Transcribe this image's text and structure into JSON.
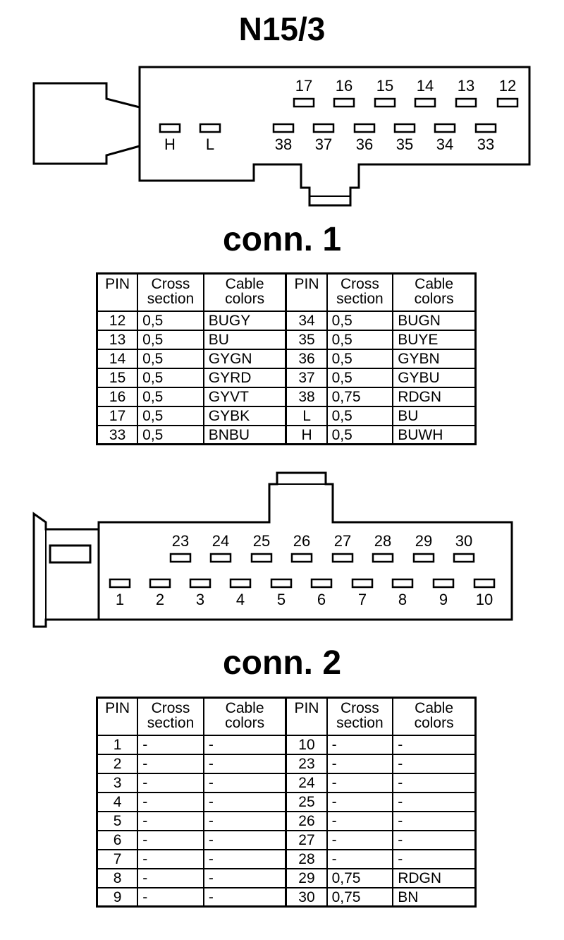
{
  "title": "N15/3",
  "conn1": {
    "title": "conn. 1",
    "top_pins": [
      "17",
      "16",
      "15",
      "14",
      "13",
      "12"
    ],
    "bottom_pins": [
      "H",
      "L",
      "38",
      "37",
      "36",
      "35",
      "34",
      "33"
    ],
    "headers": {
      "pin": "PIN",
      "cross_1": "Cross",
      "cross_2": "section",
      "colors_1": "Cable",
      "colors_2": "colors"
    },
    "rows": [
      {
        "pin": "12",
        "cross": "0,5",
        "color": "BUGY",
        "pin2": "34",
        "cross2": "0,5",
        "color2": "BUGN"
      },
      {
        "pin": "13",
        "cross": "0,5",
        "color": "BU",
        "pin2": "35",
        "cross2": "0,5",
        "color2": "BUYE"
      },
      {
        "pin": "14",
        "cross": "0,5",
        "color": "GYGN",
        "pin2": "36",
        "cross2": "0,5",
        "color2": "GYBN"
      },
      {
        "pin": "15",
        "cross": "0,5",
        "color": "GYRD",
        "pin2": "37",
        "cross2": "0,5",
        "color2": "GYBU"
      },
      {
        "pin": "16",
        "cross": "0,5",
        "color": "GYVT",
        "pin2": "38",
        "cross2": "0,75",
        "color2": "RDGN"
      },
      {
        "pin": "17",
        "cross": "0,5",
        "color": "GYBK",
        "pin2": "L",
        "cross2": "0,5",
        "color2": "BU"
      },
      {
        "pin": "33",
        "cross": "0,5",
        "color": "BNBU",
        "pin2": "H",
        "cross2": "0,5",
        "color2": "BUWH"
      }
    ]
  },
  "conn2": {
    "title": "conn. 2",
    "top_pins": [
      "23",
      "24",
      "25",
      "26",
      "27",
      "28",
      "29",
      "30"
    ],
    "bottom_pins": [
      "1",
      "2",
      "3",
      "4",
      "5",
      "6",
      "7",
      "8",
      "9",
      "10"
    ],
    "headers": {
      "pin": "PIN",
      "cross_1": "Cross",
      "cross_2": "section",
      "colors_1": "Cable",
      "colors_2": "colors"
    },
    "rows": [
      {
        "pin": "1",
        "cross": "-",
        "color": "-",
        "pin2": "10",
        "cross2": "-",
        "color2": "-"
      },
      {
        "pin": "2",
        "cross": "-",
        "color": "-",
        "pin2": "23",
        "cross2": "-",
        "color2": "-"
      },
      {
        "pin": "3",
        "cross": "-",
        "color": "-",
        "pin2": "24",
        "cross2": "-",
        "color2": "-"
      },
      {
        "pin": "4",
        "cross": "-",
        "color": "-",
        "pin2": "25",
        "cross2": "-",
        "color2": "-"
      },
      {
        "pin": "5",
        "cross": "-",
        "color": "-",
        "pin2": "26",
        "cross2": "-",
        "color2": "-"
      },
      {
        "pin": "6",
        "cross": "-",
        "color": "-",
        "pin2": "27",
        "cross2": "-",
        "color2": "-"
      },
      {
        "pin": "7",
        "cross": "-",
        "color": "-",
        "pin2": "28",
        "cross2": "-",
        "color2": "-"
      },
      {
        "pin": "8",
        "cross": "-",
        "color": "-",
        "pin2": "29",
        "cross2": "0,75",
        "color2": "RDGN"
      },
      {
        "pin": "9",
        "cross": "-",
        "color": "-",
        "pin2": "30",
        "cross2": "0,75",
        "color2": "BN"
      }
    ]
  }
}
